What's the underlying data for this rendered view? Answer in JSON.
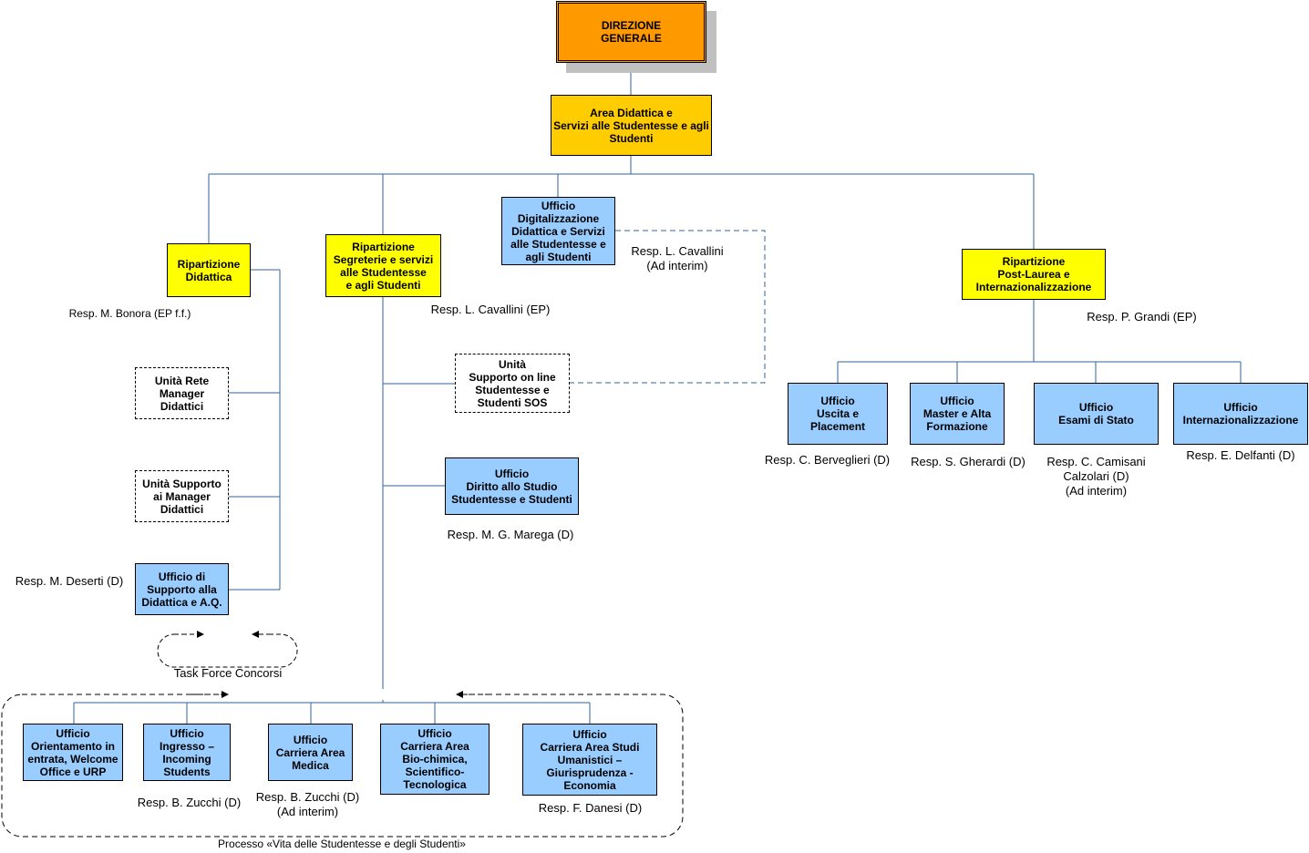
{
  "colors": {
    "line": "#336699",
    "unit_box": "#99ccff",
    "division_box": "#ffff00",
    "area_box": "#ffcc00",
    "director_box": "#ff9900"
  },
  "nodes": {
    "direzione": "DIREZIONE\nGENERALE",
    "area": "Area Didattica e\nServizi alle Studentesse e agli\nStudenti",
    "rip_didattica": "Ripartizione\nDidattica",
    "rip_segreterie": "Ripartizione\nSegreterie e servizi\nalle Studentesse\ne agli Studenti",
    "uff_digitalizzazione": "Ufficio\nDigitalizzazione\nDidattica e Servizi\nalle Studentesse e\nagli Studenti",
    "rip_postlaurea": "Ripartizione\nPost-Laurea e\nInternazionalizzazione",
    "unita_rete": "Unità Rete\nManager\nDidattici",
    "unita_supporto_manager": "Unità Supporto\nai Manager\nDidattici",
    "uff_supporto_didattica": "Ufficio di\nSupporto alla\nDidattica e A.Q.",
    "unita_sos": "Unità\nSupporto on line\nStudentesse e\nStudenti SOS",
    "uff_diritto_studio": "Ufficio\nDiritto allo Studio\nStudentesse e Studenti",
    "uff_uscita": "Ufficio\nUscita e\nPlacement",
    "uff_master": "Ufficio\nMaster e Alta\nFormazione",
    "uff_esami": "Ufficio\nEsami di Stato",
    "uff_internaz": "Ufficio\nInternazionalizzazione",
    "uff_orientamento": "Ufficio\nOrientamento in\nentrata, Welcome\nOffice e URP",
    "uff_ingresso": "Ufficio\nIngresso –\nIncoming\nStudents",
    "uff_medica": "Ufficio\nCarriera Area\nMedica",
    "uff_biochimica": "Ufficio\nCarriera Area\nBio-chimica,\nScientifico-\nTecnologica",
    "uff_umanistici": "Ufficio\nCarriera Area Studi\nUmanistici –\nGiurisprudenza -\nEconomia"
  },
  "labels": {
    "resp_bonora": "Resp. M. Bonora (EP f.f.)",
    "resp_cavallini_ep": "Resp. L. Cavallini (EP)",
    "resp_cavallini_interim": "Resp. L. Cavallini\n(Ad interim)",
    "resp_grandi": "Resp. P. Grandi (EP)",
    "resp_deserti": "Resp. M. Deserti (D)",
    "resp_marega": "Resp. M. G. Marega (D)",
    "resp_berveglieri": "Resp. C. Berveglieri (D)",
    "resp_gherardi": "Resp. S. Gherardi (D)",
    "resp_camisani": "Resp. C. Camisani\nCalzolari (D)\n(Ad interim)",
    "resp_delfanti": "Resp. E. Delfanti (D)",
    "resp_zucchi_1": "Resp. B. Zucchi (D)",
    "resp_zucchi_2": "Resp. B. Zucchi (D)\n(Ad interim)",
    "resp_danesi": "Resp. F. Danesi (D)",
    "task_force": "Task Force Concorsi",
    "processo": "Processo «Vita delle Studentesse e degli Studenti»"
  }
}
